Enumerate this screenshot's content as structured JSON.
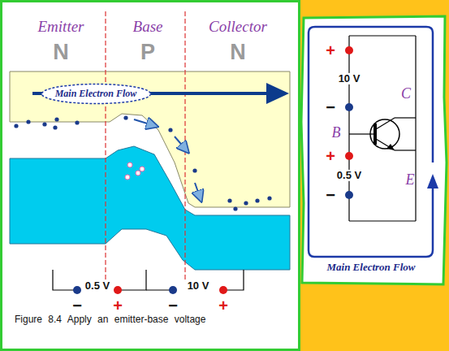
{
  "diagram": {
    "caption": "Figure 8.4 Apply an emitter-base voltage",
    "nodes": [
      {
        "text": [
          "Main Electron Flow"
        ]
      }
    ],
    "labels": [
      "Emitter",
      "Base",
      "Collector",
      "N",
      "P",
      "N",
      "−",
      "0.5 V",
      "+",
      "−",
      "10 V",
      "+",
      "+",
      "10 V",
      "−",
      "C",
      "B",
      "+",
      "0.5 V",
      "−",
      "E",
      "Main Electron Flow"
    ]
  }
}
